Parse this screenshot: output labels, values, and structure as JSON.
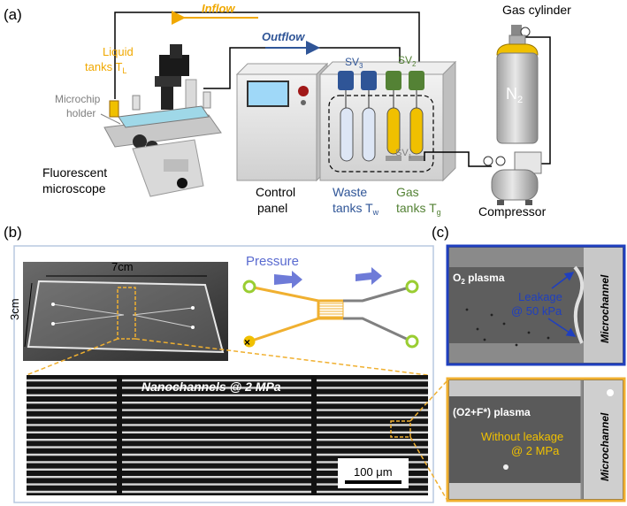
{
  "panel_a": {
    "label": "(a)",
    "inflow": "Inflow",
    "outflow": "Outflow",
    "gas_cylinder": "Gas cylinder",
    "liquid_tanks": "Liquid",
    "liquid_tanks_2": "tanks T",
    "liquid_sub": "L",
    "microchip": "Microchip",
    "holder": "holder",
    "fluorescent": "Fluorescent",
    "microscope": "microscope",
    "sv3": "SV",
    "sv3_sub": "3",
    "sv2": "SV",
    "sv2_sub": "2",
    "sv1": "SV",
    "sv1_sub": "1",
    "n2": "N",
    "n2_sub": "2",
    "control": "Control",
    "panel_word": "panel",
    "waste": "Waste",
    "waste_tanks": "tanks T",
    "waste_sub": "w",
    "gas": "Gas",
    "gas_tanks": "tanks T",
    "gas_sub": "g",
    "compressor": "Compressor"
  },
  "panel_b": {
    "label": "(b)",
    "width_dim": "7cm",
    "height_dim": "3cm",
    "pressure": "Pressure",
    "nanochannels": "Nanochannels @ 2 MPa",
    "scale_bar": "100 μm"
  },
  "panel_c": {
    "label": "(c)",
    "top_plasma": "O",
    "top_plasma_sub": "2",
    "top_plasma_rest": " plasma",
    "leakage": "Leakage",
    "leakage_at": "@ 50 kPa",
    "microchannel_top": "Microchannel",
    "bottom_plasma": "(O2+F*) plasma",
    "without_leakage": "Without leakage",
    "without_at": "@ 2 MPa",
    "microchannel_bottom": "Microchannel"
  },
  "colors": {
    "orange": "#F0A800",
    "blue": "#2F5597",
    "green": "#548235",
    "gray_text": "#7F7F7F",
    "border_blue": "#1F3FBF",
    "border_orange": "#F0B030",
    "arrow_purple": "#7070D0"
  }
}
